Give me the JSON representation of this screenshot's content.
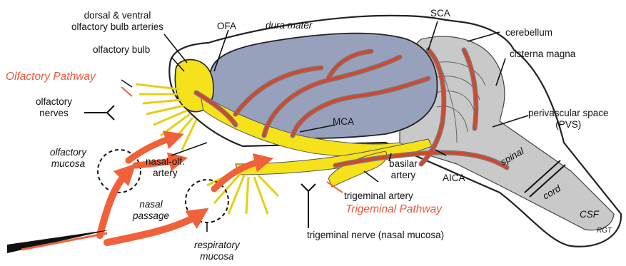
{
  "labels": {
    "bulb_arteries": "dorsal & ventral\nolfactory bulb arteries",
    "ofa": "OFA",
    "dura_mater": "dura mater",
    "sca": "SCA",
    "cerebellum": "cerebellum",
    "cisterna_magna": "cisterna magna",
    "olfactory_bulb": "olfactory bulb",
    "olfactory_pathway": "Olfactory Pathway",
    "olfactory_nerves": "olfactory\nnerves",
    "perivascular_space": "perivascular space\n(PVS)",
    "mca": "MCA",
    "olfactory_mucosa": "olfactory\nmucosa",
    "nasal_olf_artery": "nasal-olf.\nartery",
    "basilar_artery": "basilar\nartery",
    "aica": "AICA",
    "spinal": "spinal",
    "cord": "cord",
    "nasal_passage": "nasal\npassage",
    "trigeminal_artery": "trigeminal artery",
    "trigeminal_pathway": "Trigeminal Pathway",
    "csf": "CSF",
    "signature": "RGT",
    "trigeminal_nerve": "trigeminal nerve (nasal mucosa)",
    "respiratory_mucosa": "respiratory\nmucosa"
  },
  "colors": {
    "brain": "#98a1bc",
    "artery": "#d7452a",
    "nerve": "#f5e21a",
    "pathway": "#f0613a",
    "csf_region": "#c9c9c9"
  }
}
